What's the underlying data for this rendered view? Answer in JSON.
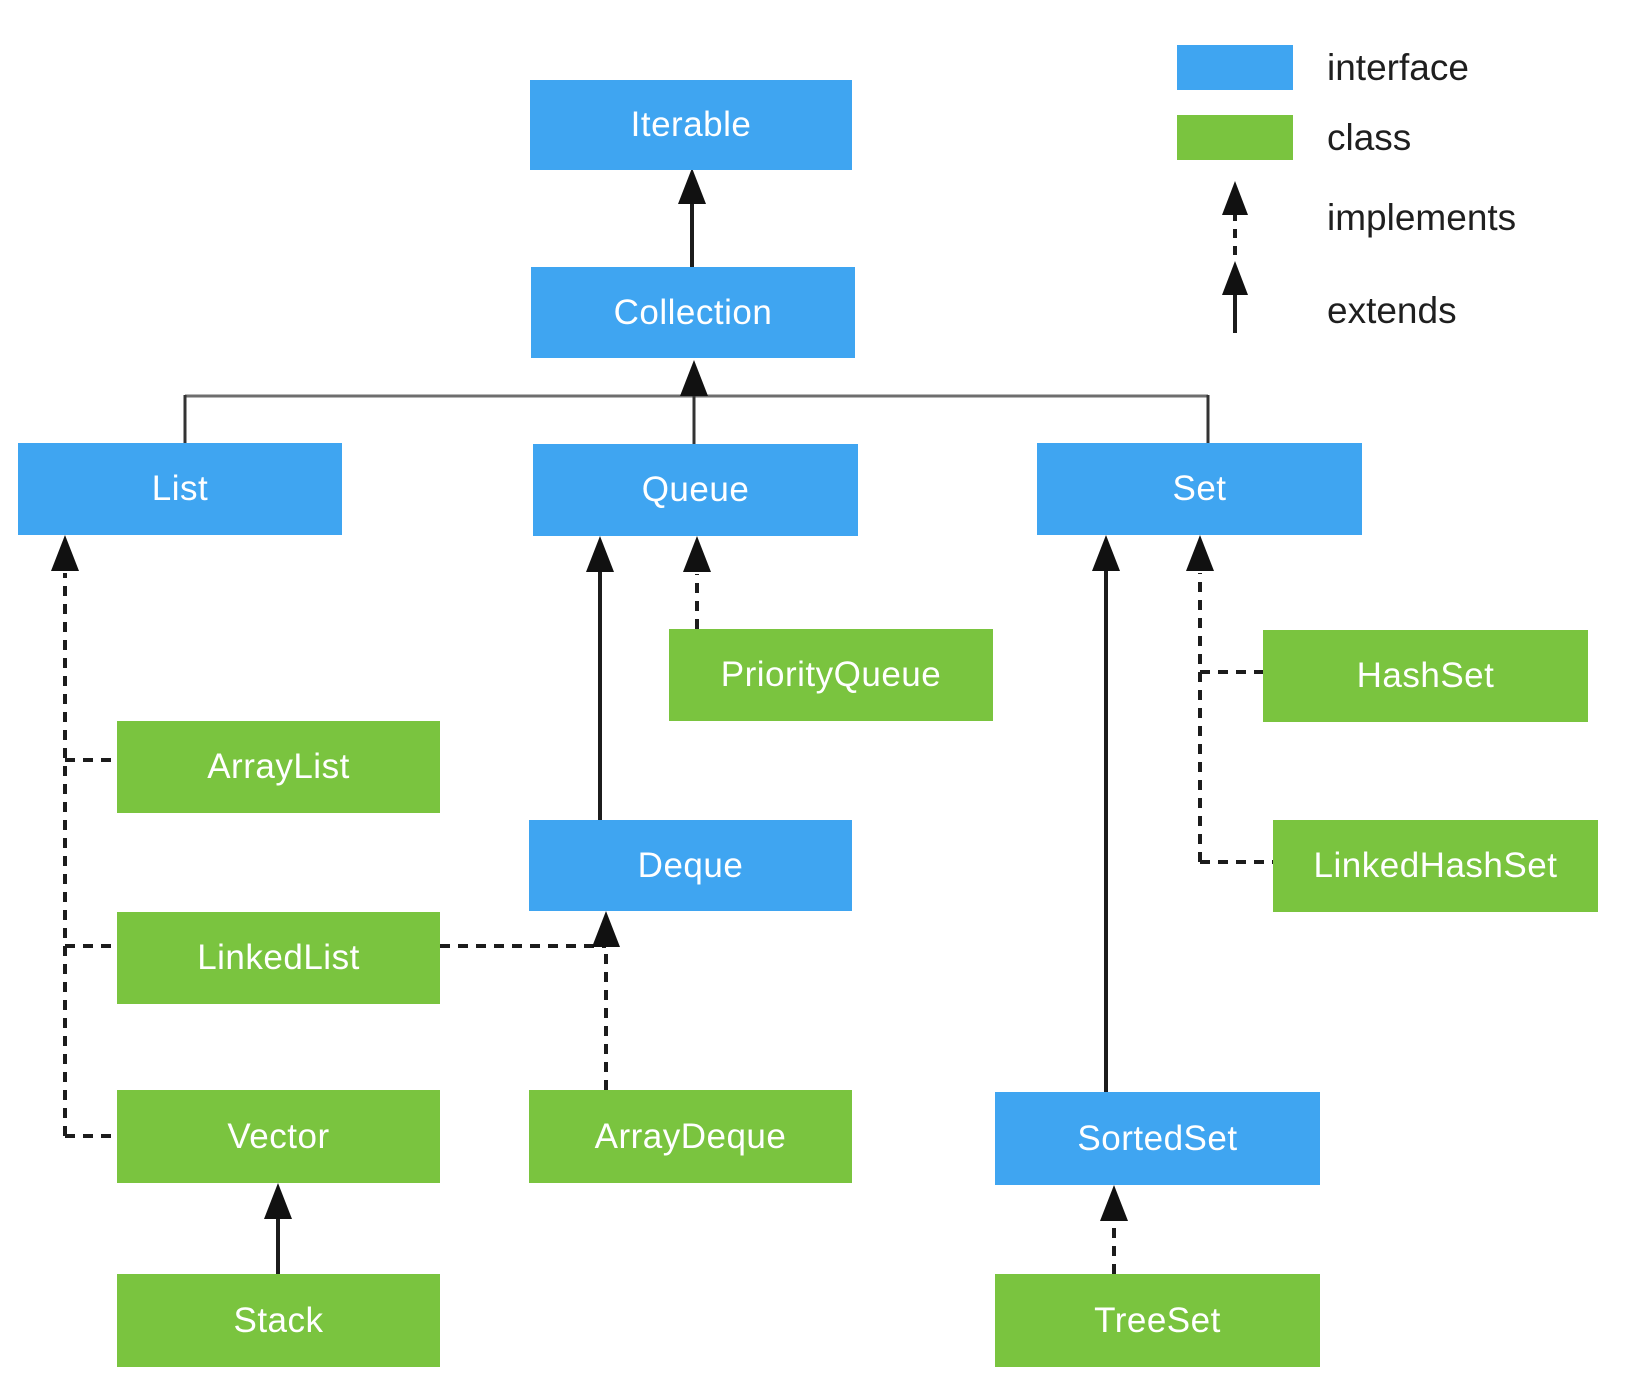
{
  "diagram_type": "java-collections-class-hierarchy",
  "colors": {
    "interface_fill": "#3FA5F1",
    "class_fill": "#7AC43F",
    "node_text": "#FFFFFF",
    "legend_text": "#1F1F1F",
    "edge_line": "#1C1C1C",
    "connector_horizontal": "#6E6E6E",
    "background": "#FFFFFF"
  },
  "legend": {
    "interface_label": "interface",
    "class_label": "class",
    "implements_label": "implements",
    "extends_label": "extends"
  },
  "nodes": [
    {
      "id": "iterable",
      "label": "Iterable",
      "type": "interface"
    },
    {
      "id": "collection",
      "label": "Collection",
      "type": "interface"
    },
    {
      "id": "list",
      "label": "List",
      "type": "interface"
    },
    {
      "id": "queue",
      "label": "Queue",
      "type": "interface"
    },
    {
      "id": "set",
      "label": "Set",
      "type": "interface"
    },
    {
      "id": "priorityqueue",
      "label": "PriorityQueue",
      "type": "class"
    },
    {
      "id": "hashset",
      "label": "HashSet",
      "type": "class"
    },
    {
      "id": "arraylist",
      "label": "ArrayList",
      "type": "class"
    },
    {
      "id": "deque",
      "label": "Deque",
      "type": "interface"
    },
    {
      "id": "linkedhashset",
      "label": "LinkedHashSet",
      "type": "class"
    },
    {
      "id": "linkedlist",
      "label": "LinkedList",
      "type": "class"
    },
    {
      "id": "vector",
      "label": "Vector",
      "type": "class"
    },
    {
      "id": "arraydeque",
      "label": "ArrayDeque",
      "type": "class"
    },
    {
      "id": "sortedset",
      "label": "SortedSet",
      "type": "interface"
    },
    {
      "id": "stack",
      "label": "Stack",
      "type": "class"
    },
    {
      "id": "treeset",
      "label": "TreeSet",
      "type": "class"
    }
  ],
  "edges": [
    {
      "from": "Collection",
      "to": "Iterable",
      "relation": "extends"
    },
    {
      "from": "List",
      "to": "Collection",
      "relation": "extends"
    },
    {
      "from": "Queue",
      "to": "Collection",
      "relation": "extends"
    },
    {
      "from": "Set",
      "to": "Collection",
      "relation": "extends"
    },
    {
      "from": "Deque",
      "to": "Queue",
      "relation": "extends"
    },
    {
      "from": "PriorityQueue",
      "to": "Queue",
      "relation": "implements"
    },
    {
      "from": "ArrayList",
      "to": "List",
      "relation": "implements"
    },
    {
      "from": "LinkedList",
      "to": "List",
      "relation": "implements"
    },
    {
      "from": "Vector",
      "to": "List",
      "relation": "implements"
    },
    {
      "from": "Stack",
      "to": "Vector",
      "relation": "extends"
    },
    {
      "from": "LinkedList",
      "to": "Deque",
      "relation": "implements"
    },
    {
      "from": "ArrayDeque",
      "to": "Deque",
      "relation": "implements"
    },
    {
      "from": "SortedSet",
      "to": "Set",
      "relation": "extends"
    },
    {
      "from": "HashSet",
      "to": "Set",
      "relation": "implements"
    },
    {
      "from": "LinkedHashSet",
      "to": "Set",
      "relation": "implements"
    },
    {
      "from": "TreeSet",
      "to": "SortedSet",
      "relation": "implements"
    }
  ]
}
